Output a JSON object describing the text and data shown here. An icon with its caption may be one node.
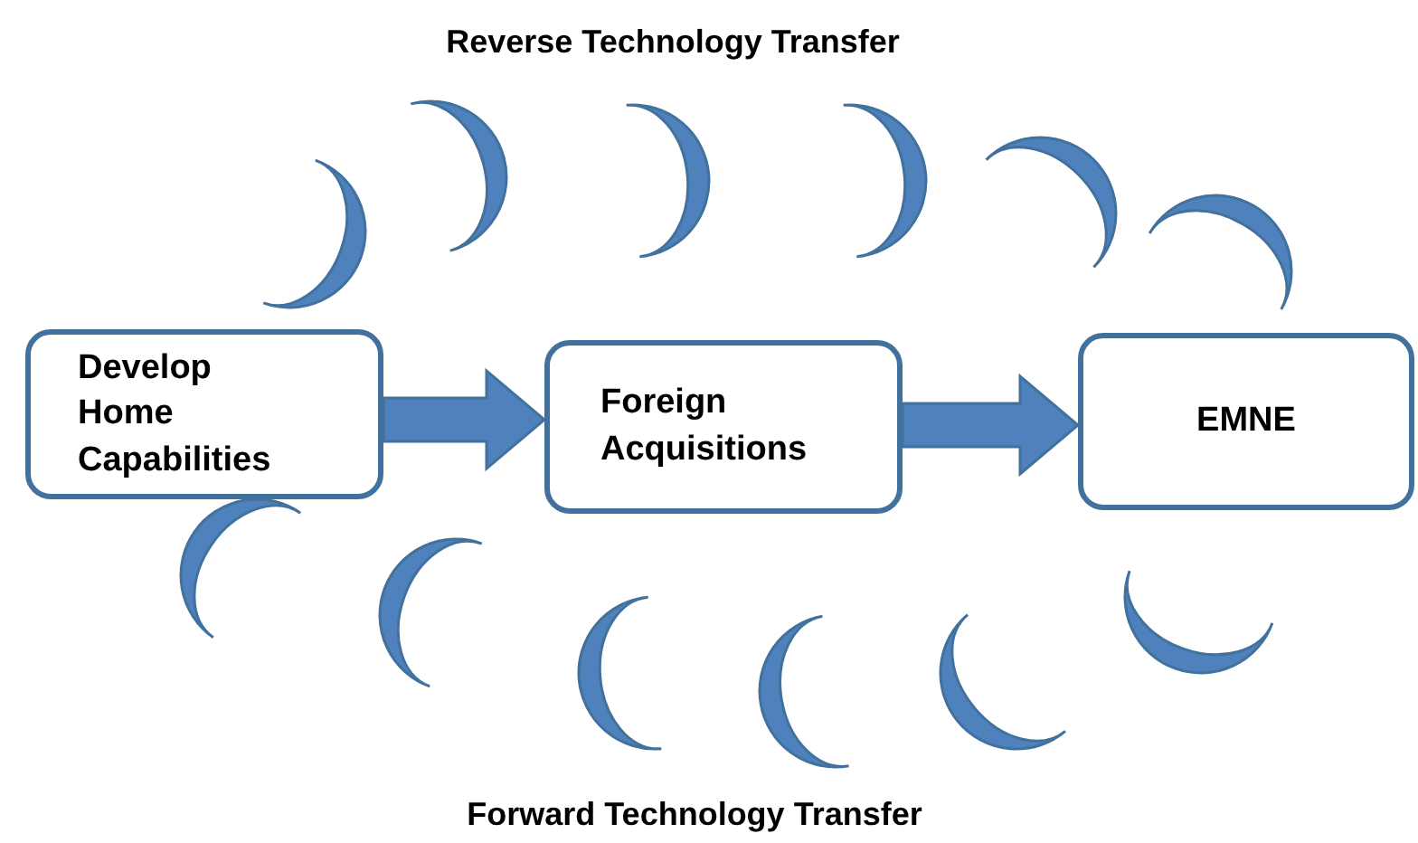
{
  "diagram": {
    "nodes": [
      {
        "text": [
          "Develop Home Capabilities"
        ]
      },
      {
        "text": [
          "Foreign Acquisitions"
        ]
      },
      {
        "text": [
          "EMNE"
        ]
      }
    ],
    "edges": [
      {
        "from": 0,
        "to": 1,
        "arrow": "to"
      },
      {
        "from": 1,
        "to": 2,
        "arrow": "to"
      }
    ],
    "labels": [
      "Reverse Technology Transfer",
      "Forward Technology Transfer"
    ]
  }
}
